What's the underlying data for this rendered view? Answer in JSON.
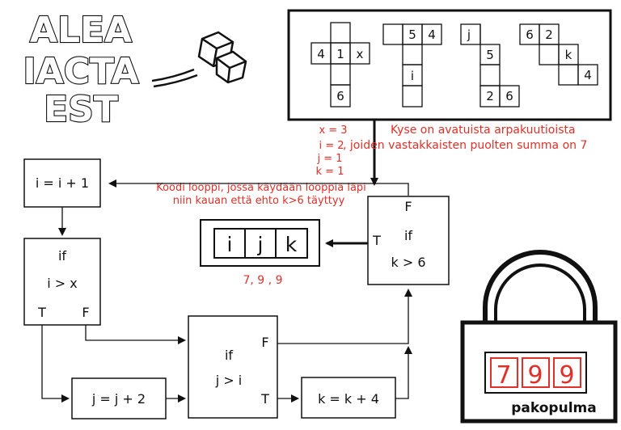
{
  "title": {
    "line1": "ALEA",
    "line2": "IACTA",
    "line3": "EST"
  },
  "nets": {
    "net1": {
      "left": "4",
      "center": "1",
      "right": "x",
      "bottom": "6"
    },
    "net2": {
      "top_mid": "5",
      "top_right": "4",
      "middle": "i"
    },
    "net3": {
      "top": "j",
      "middle": "5",
      "bottom_left": "2",
      "bottom_right": "6"
    },
    "net4": {
      "a": "6",
      "b": "2",
      "c": "k",
      "d": "4"
    }
  },
  "values": {
    "x": "x = 3",
    "i": "i = 2",
    "j": "j = 1",
    "k": "k = 1"
  },
  "note1": {
    "line1": "Kyse on avatuista arpakuutioista",
    "line2": ", joiden vastakkaisten puolten summa on 7"
  },
  "note2": {
    "line1": "Koodi looppi, jossa käydään looppia läpi",
    "line2": "niin kauan että ehto k>6 täyttyy"
  },
  "flow": {
    "inc_i": "i = i + 1",
    "if1_if": "if",
    "if1_cond": "i  >  x",
    "if1_t": "T",
    "if1_f": "F",
    "if2_if": "if",
    "if2_cond": "j > i",
    "if2_f": "F",
    "if2_t": "T",
    "if3_if": "if",
    "if3_cond": "k > 6",
    "if3_f": "F",
    "if3_t": "T",
    "inc_j": "j = j + 2",
    "inc_k": "k = k + 4"
  },
  "output": {
    "cells": [
      "i",
      "j",
      "k"
    ],
    "result": "7,  9 ,  9"
  },
  "lock": {
    "digits": [
      "7",
      "9",
      "9"
    ],
    "label": "pakopulma"
  },
  "colors": {
    "accent": "#e0302a",
    "ink": "#111111"
  }
}
